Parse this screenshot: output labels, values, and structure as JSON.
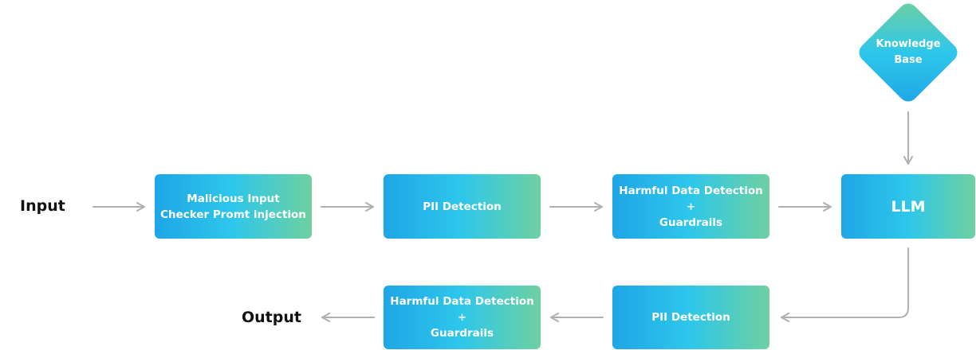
{
  "diagram": {
    "input_label": "Input",
    "output_label": "Output",
    "knowledge_base": [
      "Knowledge",
      "Base"
    ],
    "top_row": [
      {
        "lines": [
          "Malicious Input",
          "Checker Promt injection"
        ]
      },
      {
        "lines": [
          "PII Detection"
        ]
      },
      {
        "lines": [
          "Harmful Data Detection",
          "+",
          "Guardrails"
        ]
      },
      {
        "lines": [
          "LLM"
        ]
      }
    ],
    "bottom_row": [
      {
        "lines": [
          "PII Detection"
        ]
      },
      {
        "lines": [
          "Harmful Data Detection",
          "+",
          "Guardrails"
        ]
      }
    ]
  },
  "colors": {
    "gradient_start": "#1ea6e6",
    "gradient_mid": "#2ec7ea",
    "gradient_end": "#6fd0a0",
    "arrow": "#b0b0b0",
    "text_dark": "#111111",
    "text_light": "#ffffff"
  }
}
